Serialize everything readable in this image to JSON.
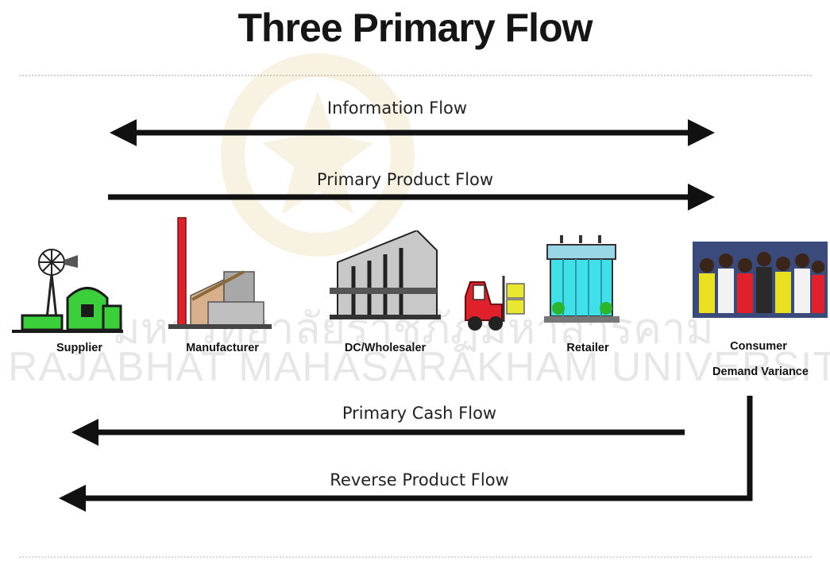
{
  "title": "Three Primary Flow",
  "flows": {
    "information": "Information Flow",
    "primary_product": "Primary Product Flow",
    "primary_cash": "Primary Cash Flow",
    "reverse_product": "Reverse Product Flow"
  },
  "stages": {
    "supplier": "Supplier",
    "manufacturer": "Manufacturer",
    "wholesaler": "DC/Wholesaler",
    "retailer": "Retailer",
    "consumer": "Consumer",
    "demand_variance": "Demand Variance"
  },
  "watermark": {
    "thai_text": "มหาวิทยาลัยราชภัฏมหาสารคาม",
    "english_text": "RAJABHAT MAHASARAKHAM UNIVERSITY"
  },
  "colors": {
    "arrow": "#111111",
    "barn_green": "#3ccf3c",
    "chimney_red": "#e0202a",
    "forklift_red": "#e0202a",
    "store_cyan": "#3fe0e8",
    "watermark_gold": "#c9a227"
  }
}
